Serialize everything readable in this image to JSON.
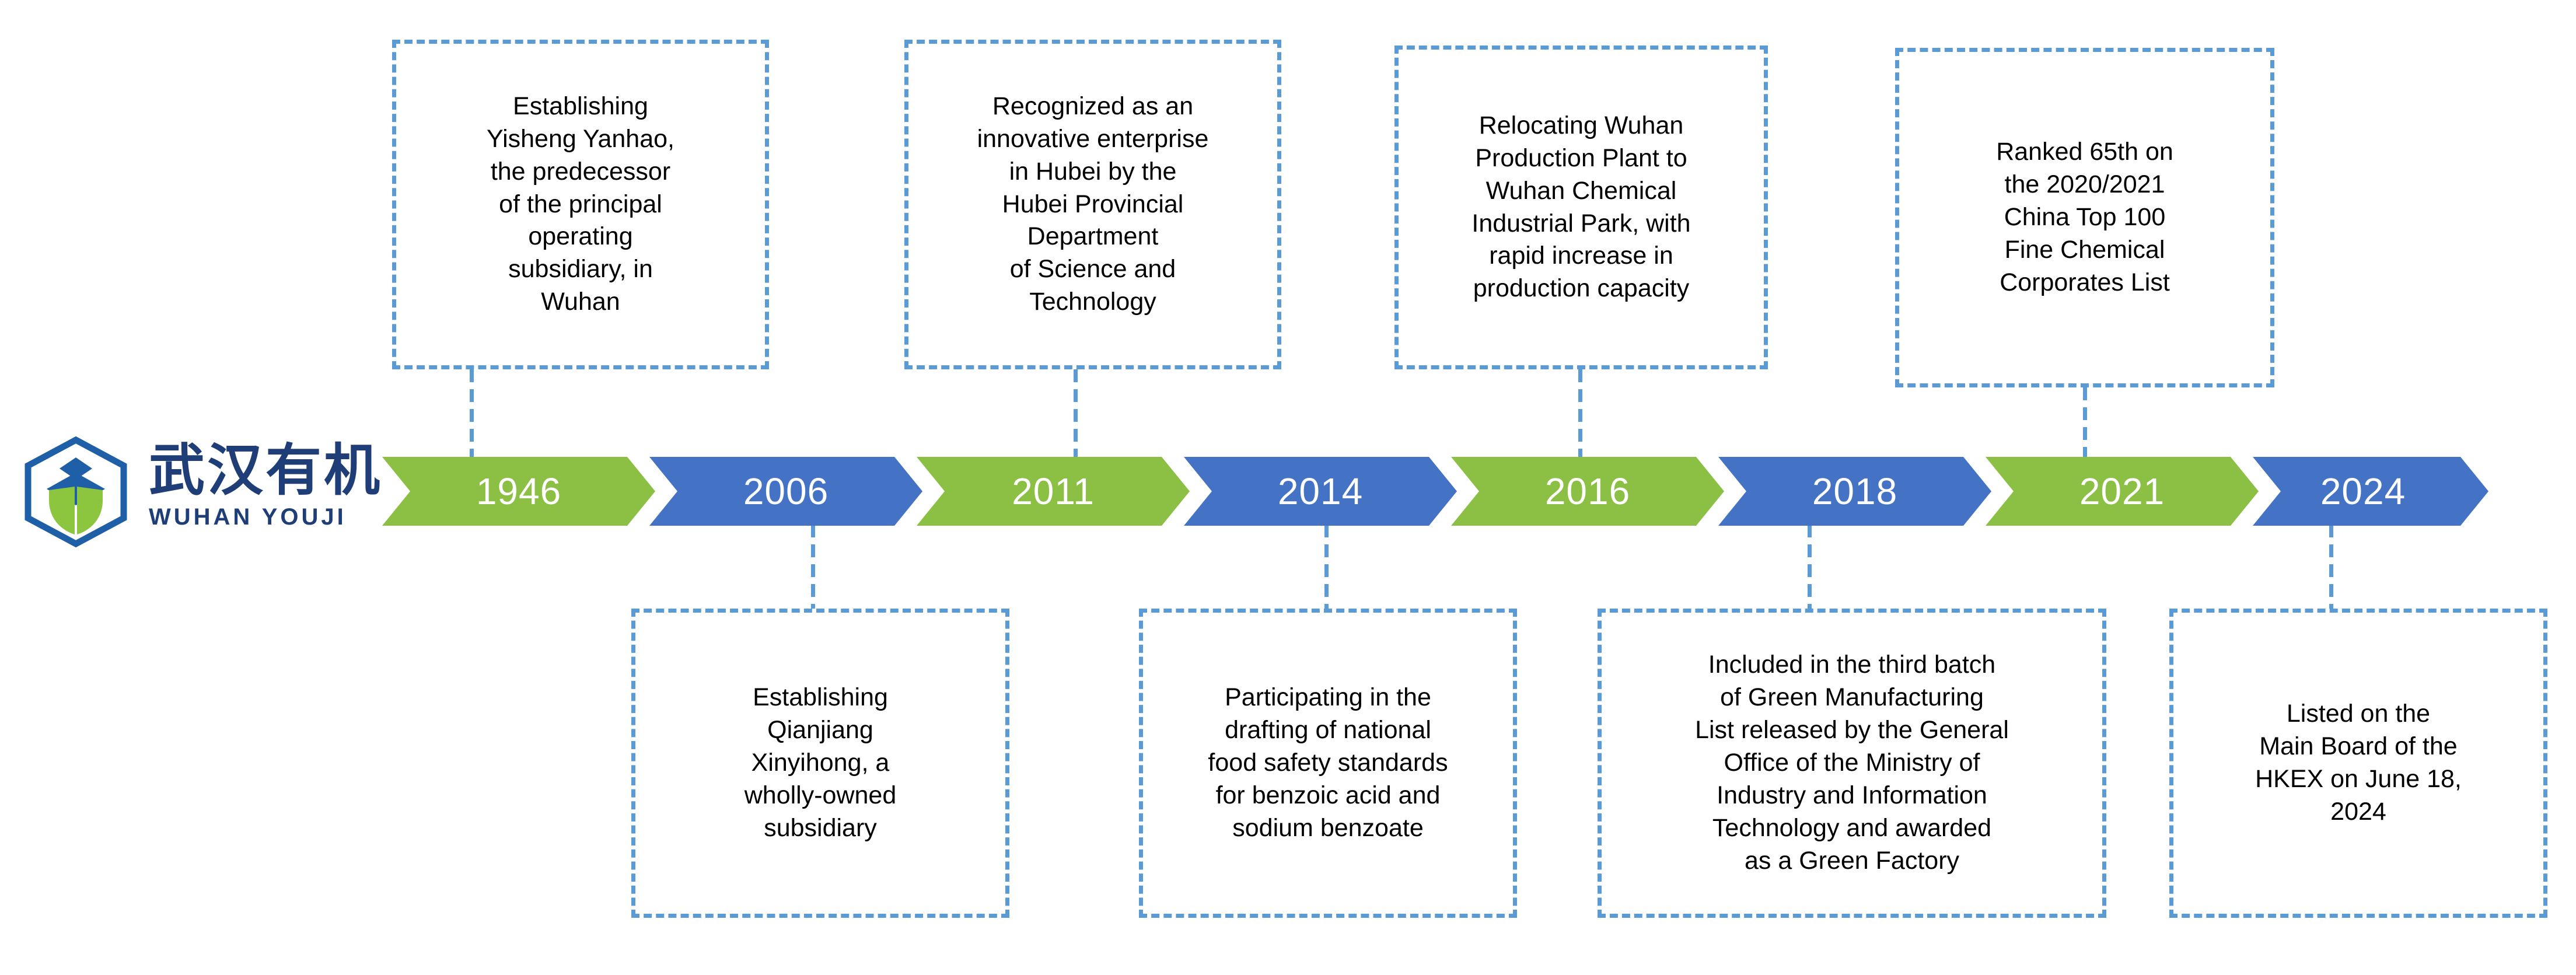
{
  "logo": {
    "chinese_name": "武汉有机",
    "english_name": "WUHAN  YOUJI",
    "mark_name": "hexagon-leaf-logo"
  },
  "colors": {
    "green": "#8CC044",
    "blue": "#4472C4",
    "dash_border": "#5B9BD5",
    "year_text": "#FFFFFF",
    "body_text": "#000000",
    "logo_navy": "#1F3E78",
    "logo_green": "#8CC63F"
  },
  "timeline": {
    "segments": [
      {
        "year": "1946",
        "color": "green"
      },
      {
        "year": "2006",
        "color": "blue"
      },
      {
        "year": "2011",
        "color": "green"
      },
      {
        "year": "2014",
        "color": "blue"
      },
      {
        "year": "2016",
        "color": "green"
      },
      {
        "year": "2018",
        "color": "blue"
      },
      {
        "year": "2021",
        "color": "green"
      },
      {
        "year": "2024",
        "color": "blue"
      }
    ]
  },
  "callouts": {
    "top": [
      {
        "year": "1946",
        "text": "Establishing\nYisheng Yanhao,\nthe predecessor\nof the principal\noperating\nsubsidiary, in\nWuhan"
      },
      {
        "year": "2011",
        "text": "Recognized as an\ninnovative enterprise\nin Hubei by the\nHubei Provincial\nDepartment\nof Science and\nTechnology"
      },
      {
        "year": "2016",
        "text": "Relocating Wuhan\nProduction Plant to\nWuhan Chemical\nIndustrial Park, with\nrapid increase in\nproduction capacity"
      },
      {
        "year": "2021",
        "text": "Ranked 65th on\nthe 2020/2021\nChina Top 100\nFine Chemical\nCorporates List"
      }
    ],
    "bottom": [
      {
        "year": "2006",
        "text": "Establishing\nQianjiang\nXinyihong, a\nwholly-owned\nsubsidiary"
      },
      {
        "year": "2014",
        "text": "Participating in the\ndrafting of national\nfood safety standards\nfor benzoic acid and\nsodium benzoate"
      },
      {
        "year": "2018",
        "text": "Included in the third batch\nof Green Manufacturing\nList released by the General\nOffice of the Ministry of\nIndustry and Information\nTechnology and awarded\nas a Green Factory"
      },
      {
        "year": "2024",
        "text": "Listed on the\nMain Board of the\nHKEX on June 18,\n2024"
      }
    ]
  }
}
